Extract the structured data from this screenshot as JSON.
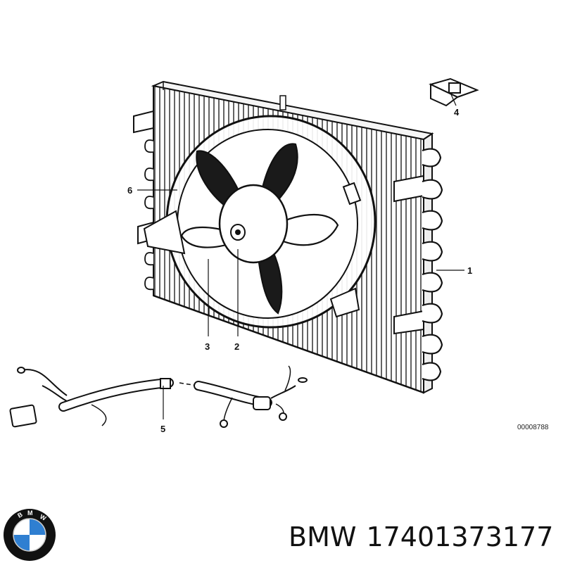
{
  "diagram": {
    "callouts": {
      "c1": "1",
      "c2": "2",
      "c3": "3",
      "c4": "4",
      "c5": "5",
      "c6": "6"
    },
    "drawing_code": "00008788"
  },
  "caption": {
    "brand": "BMW",
    "part_number": "17401373177"
  },
  "logo": {
    "name": "bmw-roundel",
    "text": "BMW",
    "colors": {
      "ring": "#111111",
      "blue": "#2f7fd1",
      "white": "#ffffff"
    }
  },
  "colors": {
    "ink": "#111111",
    "background": "#ffffff"
  }
}
